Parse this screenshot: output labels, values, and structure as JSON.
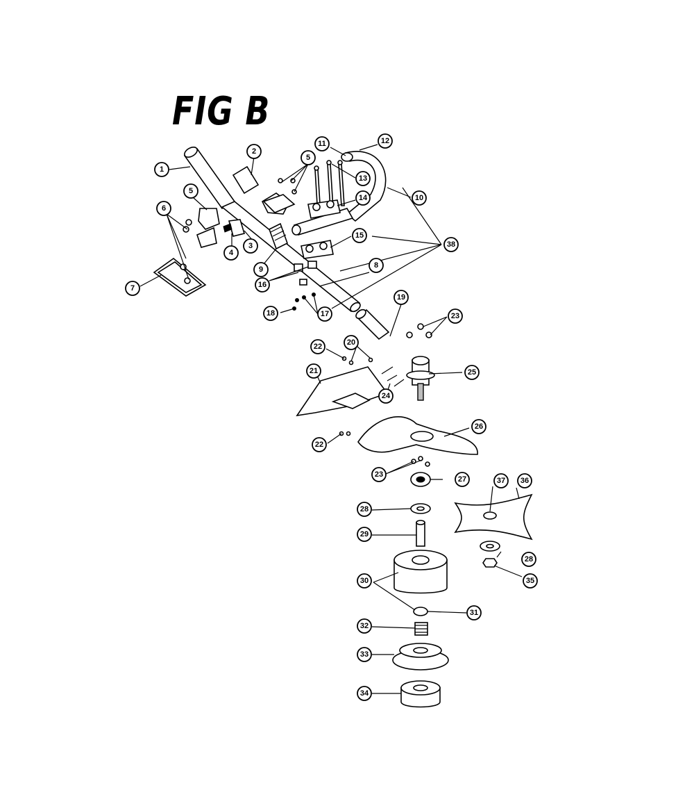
{
  "figure": {
    "title": "FIG B"
  },
  "callouts": [
    {
      "id": "c1",
      "label": "1"
    },
    {
      "id": "c2",
      "label": "2"
    },
    {
      "id": "c3",
      "label": "3"
    },
    {
      "id": "c4",
      "label": "4"
    },
    {
      "id": "c5a",
      "label": "5"
    },
    {
      "id": "c5b",
      "label": "5"
    },
    {
      "id": "c6",
      "label": "6"
    },
    {
      "id": "c7",
      "label": "7"
    },
    {
      "id": "c8",
      "label": "8"
    },
    {
      "id": "c9",
      "label": "9"
    },
    {
      "id": "c10",
      "label": "10"
    },
    {
      "id": "c11",
      "label": "11"
    },
    {
      "id": "c12",
      "label": "12"
    },
    {
      "id": "c13",
      "label": "13"
    },
    {
      "id": "c14",
      "label": "14"
    },
    {
      "id": "c15",
      "label": "15"
    },
    {
      "id": "c16",
      "label": "16"
    },
    {
      "id": "c17",
      "label": "17"
    },
    {
      "id": "c18",
      "label": "18"
    },
    {
      "id": "c19",
      "label": "19"
    },
    {
      "id": "c20",
      "label": "20"
    },
    {
      "id": "c21",
      "label": "21"
    },
    {
      "id": "c22a",
      "label": "22"
    },
    {
      "id": "c22b",
      "label": "22"
    },
    {
      "id": "c23a",
      "label": "23"
    },
    {
      "id": "c23b",
      "label": "23"
    },
    {
      "id": "c24",
      "label": "24"
    },
    {
      "id": "c25",
      "label": "25"
    },
    {
      "id": "c26",
      "label": "26"
    },
    {
      "id": "c27",
      "label": "27"
    },
    {
      "id": "c28a",
      "label": "28"
    },
    {
      "id": "c28b",
      "label": "28"
    },
    {
      "id": "c29",
      "label": "29"
    },
    {
      "id": "c30",
      "label": "30"
    },
    {
      "id": "c31",
      "label": "31"
    },
    {
      "id": "c32",
      "label": "32"
    },
    {
      "id": "c33",
      "label": "33"
    },
    {
      "id": "c34",
      "label": "34"
    },
    {
      "id": "c35",
      "label": "35"
    },
    {
      "id": "c36",
      "label": "36"
    },
    {
      "id": "c37",
      "label": "37"
    },
    {
      "id": "c38",
      "label": "38"
    }
  ]
}
